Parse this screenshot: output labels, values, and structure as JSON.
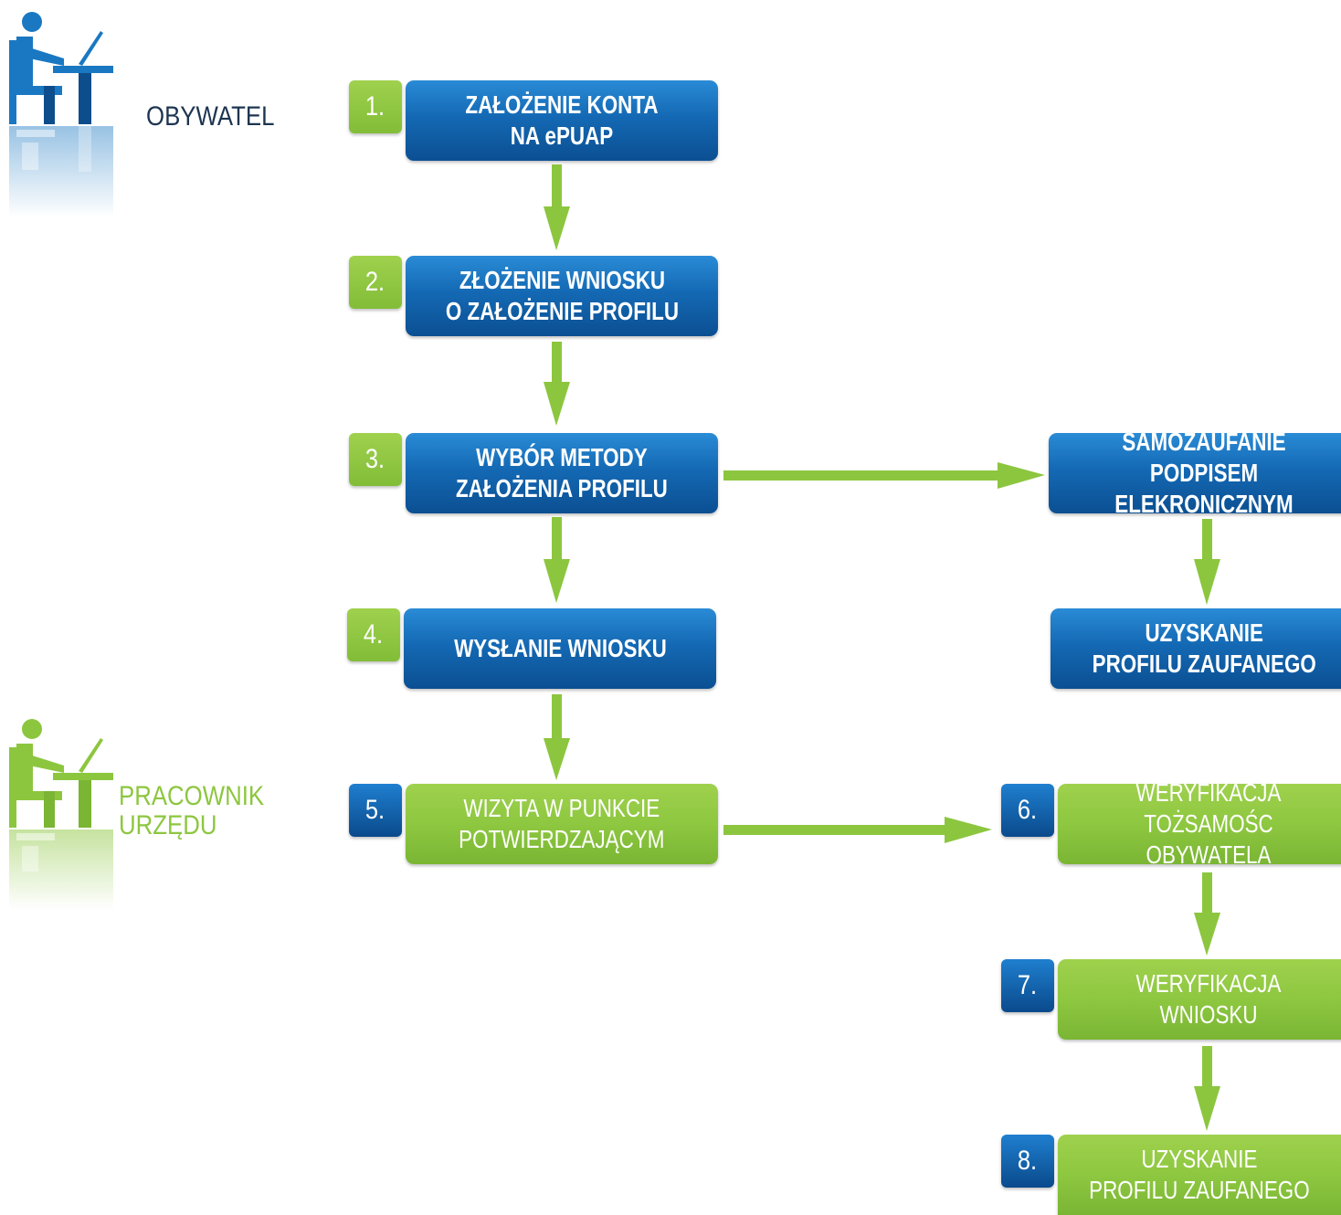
{
  "roles": {
    "obywatel": "OBYWATEL",
    "pracownik_line1": "PRACOWNIK",
    "pracownik_line2": "URZĘDU"
  },
  "steps": [
    {
      "number": "1.",
      "text": "ZAŁOŻENIE KONTA\nNA ePUAP"
    },
    {
      "number": "2.",
      "text": "ZŁOŻENIE WNIOSKU\nO ZAŁOŻENIE PROFILU"
    },
    {
      "number": "3.",
      "text": "WYBÓR METODY\nZAŁOŻENIA PROFILU"
    },
    {
      "number": "4.",
      "text": "WYSŁANIE WNIOSKU"
    },
    {
      "number": "5.",
      "text": "WIZYTA W PUNKCIE\nPOTWIERDZAJĄCYM"
    },
    {
      "number": "6.",
      "text": "WERYFIKACJA TOŻSAMOŚC\nOBYWATELA"
    },
    {
      "number": "7.",
      "text": "WERYFIKACJA WNIOSKU"
    },
    {
      "number": "8.",
      "text": "UZYSKANIE\nPROFILU ZAUFANEGO"
    }
  ],
  "branch": {
    "samozaufanie": "SAMOZAUFANIE\nPODPISEM ELEKRONICZNYM",
    "uzyskanie": "UZYSKANIE\nPROFILU ZAUFANEGO"
  },
  "colors": {
    "blue": "#1469b4",
    "green": "#8cc63f",
    "arrow": "#8cc63f",
    "role_dark": "#1d3550"
  },
  "icons": {
    "citizen": "person-at-desk-icon",
    "clerk": "person-at-desk-icon"
  }
}
